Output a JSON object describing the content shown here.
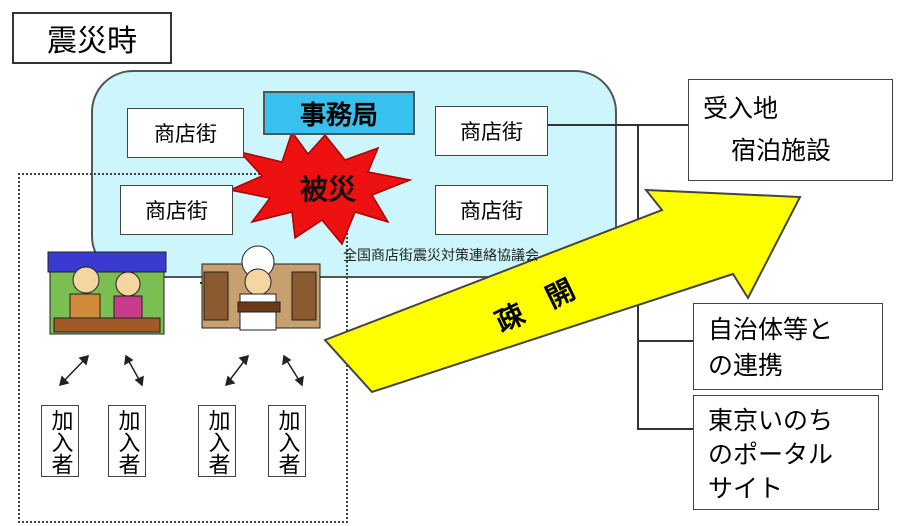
{
  "title": "震災時",
  "office": "事務局",
  "disaster": "被災",
  "shops": [
    "商店街",
    "商店街",
    "商店街",
    "商店街"
  ],
  "council": "全国商店街震災対策連絡協議会",
  "evacuation": "疎　開",
  "members": [
    "加入者",
    "加入者",
    "加入者",
    "加入者"
  ],
  "right": {
    "receiver": "受入地",
    "lodging": "宿泊施設",
    "municipal_line1": "自治体等と",
    "municipal_line2": "の連携",
    "portal_line1": "東京いのち",
    "portal_line2": "のポータル",
    "portal_line3": "サイト"
  },
  "colors": {
    "panel": "#ccf6fb",
    "office": "#37c1ee",
    "burst": "#ee1111",
    "arrow": "#ffff00"
  },
  "icons": [
    "produce-vendor-couple-illustration",
    "baker-vendor-illustration"
  ]
}
